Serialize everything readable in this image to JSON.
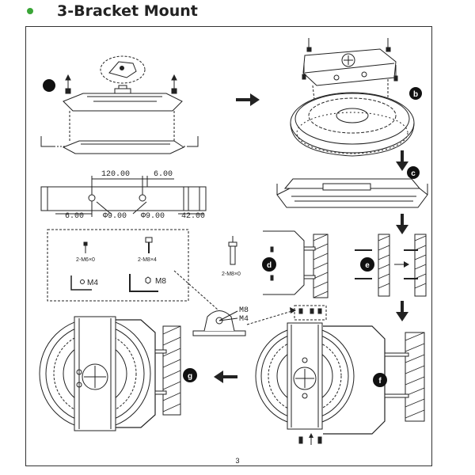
{
  "heading": {
    "title": "3-Bracket Mount",
    "bullet_color": "#3aa537"
  },
  "page_number": "3",
  "steps": {
    "a": "",
    "b": "b",
    "c": "c",
    "d": "d",
    "e": "e",
    "f": "f",
    "g": "g"
  },
  "dimensions": {
    "d1": "120.00",
    "d2": "6.00",
    "d3": "6.00",
    "d4": "Φ9.00",
    "d5": "Φ9.00",
    "d6": "42.00"
  },
  "parts_box": {
    "screw_small_label": "2-M6×0",
    "screw_large_label": "2-M8×4",
    "hex_key_small_label": "M4",
    "hex_key_large_label": "M8"
  },
  "step_d_label": "2-M8×0",
  "bracket_labels": {
    "upper": "M8",
    "lower": "M4"
  }
}
